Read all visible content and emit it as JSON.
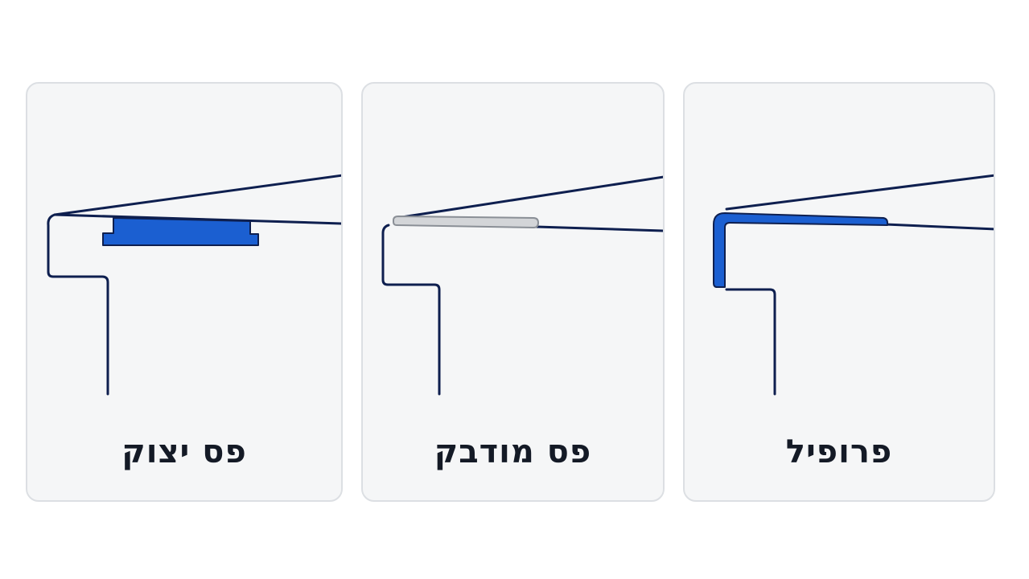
{
  "cards": [
    {
      "label": "פס יצוק",
      "edge_type": "cast-strip",
      "edge_color": "#1b5fd1"
    },
    {
      "label": "פס מודבק",
      "edge_type": "glued-strip",
      "edge_color": "#d3d5d8"
    },
    {
      "label": "פרופיל",
      "edge_type": "profile",
      "edge_color": "#1b5fd1"
    }
  ],
  "colors": {
    "outline": "#0e1f4f",
    "card_background": "#f5f6f7",
    "card_border": "#dcdfe3"
  }
}
